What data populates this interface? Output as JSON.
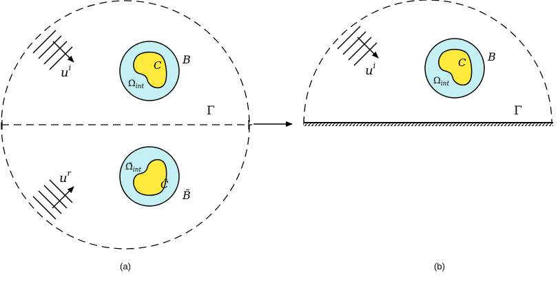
{
  "colors": {
    "obstacle_fill": "#ffea3d",
    "ball_fill": "#c4eff3",
    "stroke": "#000000"
  },
  "panel_a": {
    "label": "(a)",
    "incident_u": "u",
    "incident_sup": "i",
    "reflected_u": "u",
    "reflected_sup": "r",
    "C": "C",
    "B": "B",
    "omega": "Ω",
    "omega_sub": "int",
    "C_tilde": "C̃",
    "B_tilde": "B̃",
    "omega_tilde": "Ω̃",
    "omega_tilde_sub": "int",
    "gamma": "Γ"
  },
  "panel_b": {
    "label": "(b)",
    "incident_u": "u",
    "incident_sup": "i",
    "C": "C",
    "B": "B",
    "omega": "Ω",
    "omega_sub": "int",
    "gamma": "Γ"
  }
}
